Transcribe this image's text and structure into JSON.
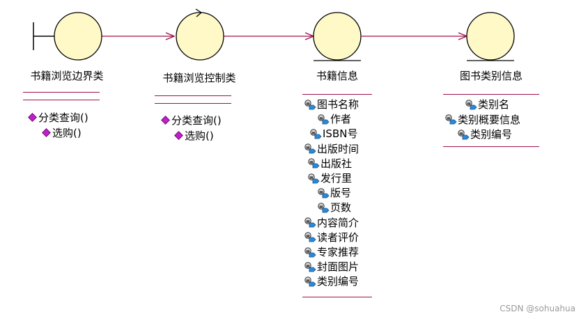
{
  "colors": {
    "node_fill": "#fff9c8",
    "node_stroke": "#000000",
    "link": "#a0104a",
    "operation_icon": "#c020c8",
    "attribute_icon": "#2a8ad8"
  },
  "classes": [
    {
      "name": "书籍浏览边界类",
      "stereotype_icon": "boundary",
      "operations": [
        "分类查询()",
        "选购()"
      ],
      "attributes": []
    },
    {
      "name": "书籍浏览控制类",
      "stereotype_icon": "control",
      "operations": [
        "分类查询()",
        "选购()"
      ],
      "attributes": []
    },
    {
      "name": "书籍信息",
      "stereotype_icon": "entity",
      "operations": [],
      "attributes": [
        "图书名称",
        "作者",
        "ISBN号",
        "出版时间",
        "出版社",
        "发行里",
        "版号",
        "页数",
        "内容简介",
        "读者评价",
        "专家推荐",
        "封面图片",
        "类别编号"
      ]
    },
    {
      "name": "图书类别信息",
      "stereotype_icon": "entity",
      "operations": [],
      "attributes": [
        "类别名",
        "类别概要信息",
        "类别编号"
      ]
    }
  ],
  "associations": [
    {
      "from": "书籍浏览边界类",
      "to": "书籍浏览控制类",
      "arrow": "open"
    },
    {
      "from": "书籍浏览控制类",
      "to": "书籍信息",
      "arrow": "open"
    },
    {
      "from": "书籍信息",
      "to": "图书类别信息",
      "arrow": "open"
    }
  ],
  "watermark": "CSDN @sohuahua"
}
